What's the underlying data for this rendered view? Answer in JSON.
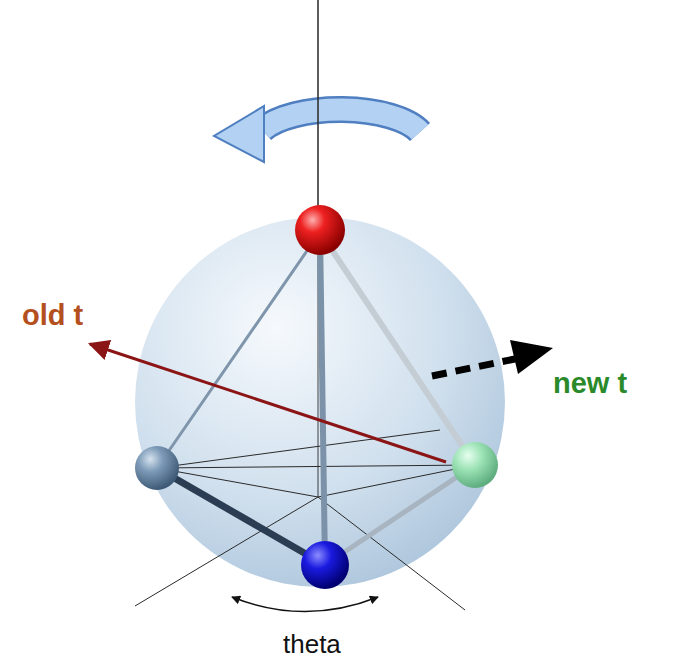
{
  "diagram": {
    "labels": [
      "old t",
      "new t",
      "theta"
    ]
  }
}
